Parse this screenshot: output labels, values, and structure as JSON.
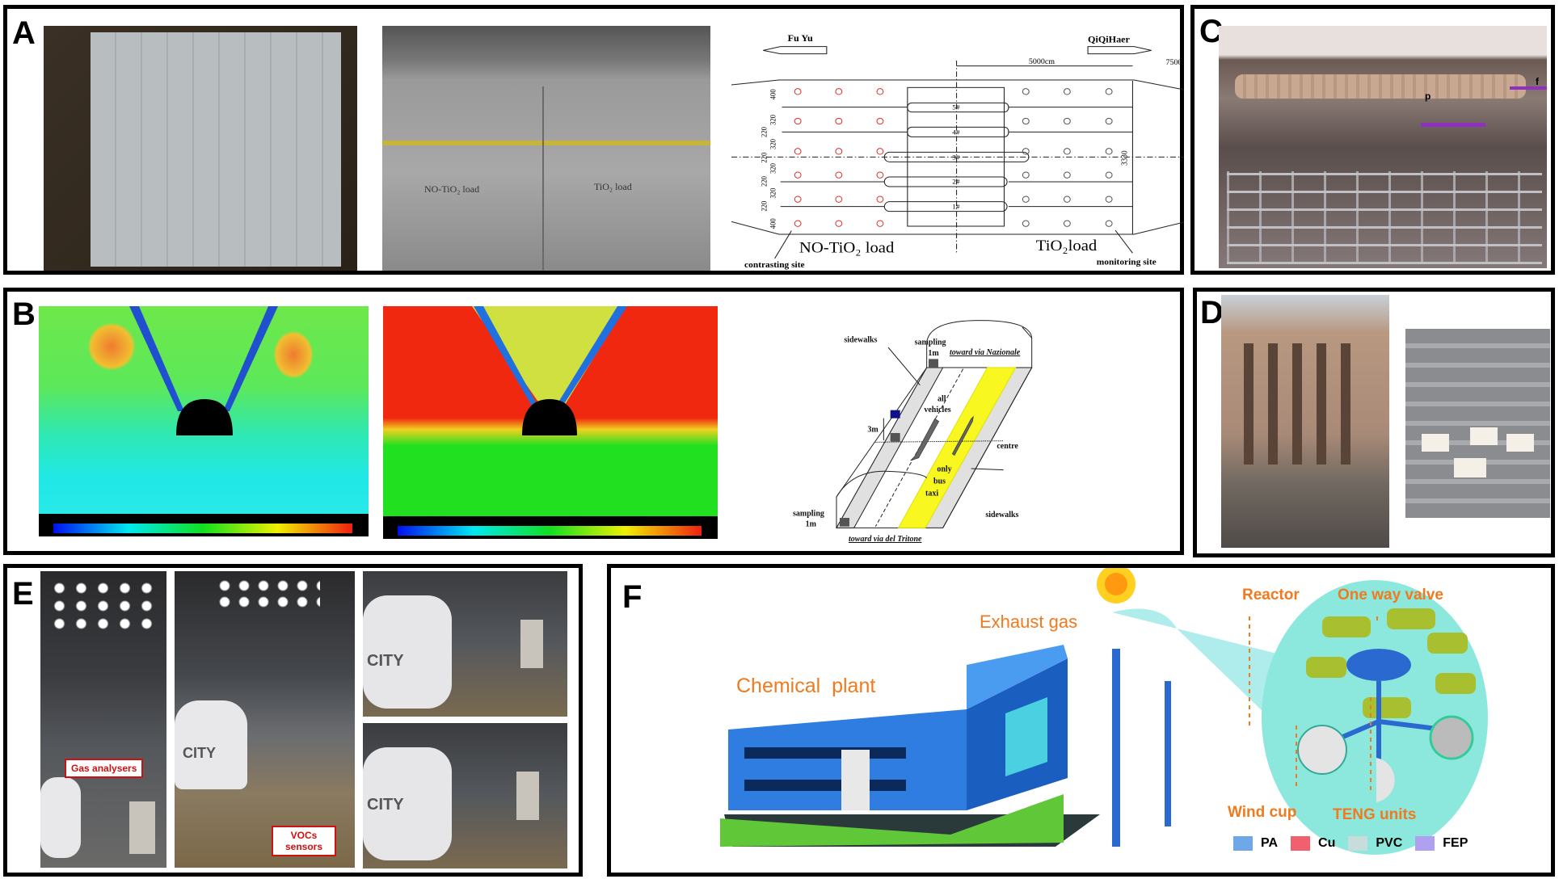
{
  "panels": {
    "A": {
      "label": "A",
      "diagram": {
        "left_arrow": "Fu Yu",
        "right_arrow": "QiQiHaer",
        "dim_top": "5000cm",
        "dim_right_cut": "7500",
        "dims_left": [
          "400",
          "320",
          "220",
          "320",
          "220",
          "320",
          "220",
          "320",
          "220",
          "400"
        ],
        "dim_height": "3330",
        "lane_tags": [
          "5#",
          "4#",
          "3#",
          "2#",
          "1#"
        ],
        "left_load": "NO-TiO₂ load",
        "right_load": "TiO₂load",
        "left_site": "contrasting site",
        "right_site": "monitoring site"
      },
      "photo_labels": {
        "left": "NO-TiO₂ load",
        "right": "TiO₂ load"
      }
    },
    "B": {
      "label": "B",
      "diagram": {
        "sidewalks_top": "sidewalks",
        "sampling_top": "sampling",
        "sampling_top_h": "1m",
        "toward_top": "toward via Nazionale",
        "all_vehicles": "all",
        "all_vehicles2": "vehicles",
        "height": "3m",
        "centre": "centre",
        "only": "only",
        "bus": "bus",
        "taxi": "taxi",
        "sampling_bottom": "sampling",
        "sampling_bottom_h": "1m",
        "sidewalks_bottom": "sidewalks",
        "toward_bottom": "toward via del Tritone"
      }
    },
    "C": {
      "label": "C",
      "marks": [
        "p",
        "f"
      ]
    },
    "D": {
      "label": "D"
    },
    "E": {
      "label": "E",
      "callouts": {
        "gas": "Gas analysers",
        "voc": "VOCs sensors"
      },
      "car_text": "CITY"
    },
    "F": {
      "label": "F",
      "chemical_plant": "Chemical  plant",
      "exhaust_gas": "Exhaust gas",
      "reactor": "Reactor",
      "valve": "One way valve",
      "wind_cup": "Wind cup",
      "teng": "TENG units",
      "legend": [
        {
          "label": "PA",
          "color": "#6fa8e8"
        },
        {
          "label": "Cu",
          "color": "#f0606e"
        },
        {
          "label": "PVC",
          "color": "#c8dcdc"
        },
        {
          "label": "FEP",
          "color": "#b0a0f0"
        }
      ]
    }
  },
  "colors": {
    "accent_orange": "#f07a1e",
    "callout_red": "#d01010"
  }
}
